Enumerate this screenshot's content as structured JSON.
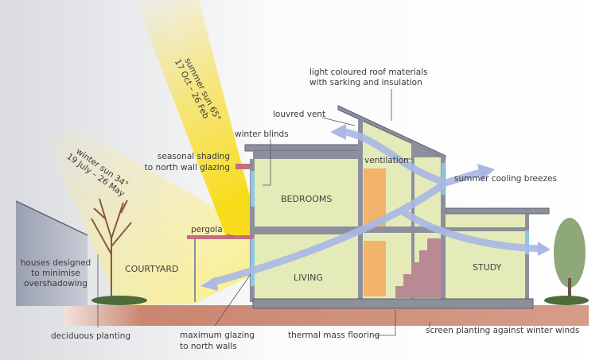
{
  "sun": {
    "summer_line1": "summer sun 65°",
    "summer_line2": "17 Oct – 26 Feb",
    "winter_line1": "winter sun 34°",
    "winter_line2": "19 July – 26 May"
  },
  "labels": {
    "roof_line1": "light coloured roof materials",
    "roof_line2": "with sarking and insulation",
    "louvred_vent": "louvred vent",
    "winter_blinds": "winter blinds",
    "shading_line1": "seasonal shading",
    "shading_line2": "to north wall glazing",
    "ventilation": "ventilation",
    "breezes": "summer cooling breezes",
    "pergola": "pergola",
    "houses_line1": "houses designed",
    "houses_line2": "to minimise",
    "houses_line3": "overshadowing",
    "deciduous": "deciduous planting",
    "glazing_line1": "maximum glazing",
    "glazing_line2": "to north walls",
    "thermal": "thermal mass flooring",
    "screen": "screen planting against winter winds"
  },
  "rooms": {
    "bedrooms": "BEDROOMS",
    "courtyard": "COURTYARD",
    "living": "LIVING",
    "study": "STUDY"
  },
  "colors": {
    "sun": "#f7e04a",
    "wall": "#8c8f9c",
    "interior": "#e4ebb8",
    "door": "#f2b36a",
    "glazing": "#8fc7e8",
    "airflow": "#a9b8e6",
    "ground": "#c98670"
  }
}
